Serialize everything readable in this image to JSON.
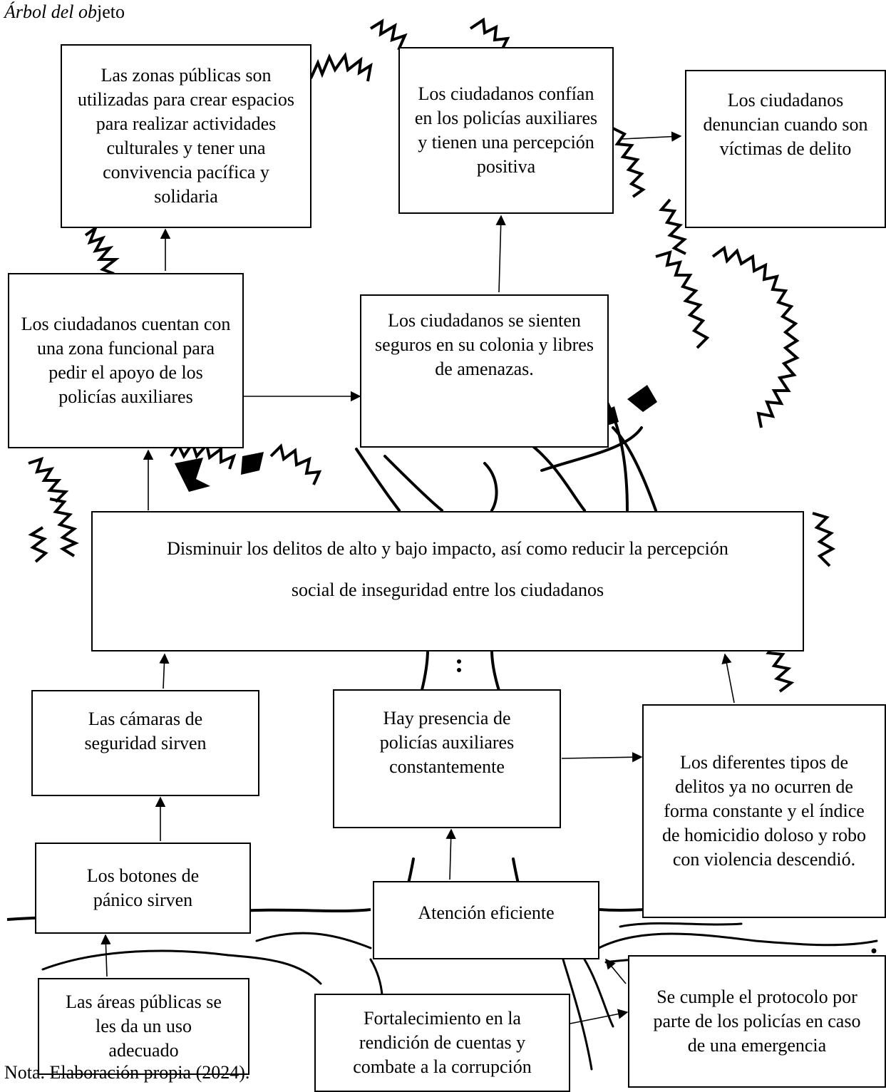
{
  "title": {
    "italic": "Árbol del ob",
    "upright": "jeto"
  },
  "note": "Nota. Elaboración propia (2024).",
  "boxes": {
    "zonas_publicas": "Las zonas públicas son utilizadas para crear espacios para realizar actividades culturales y tener una convivencia pacífica y solidaria",
    "confian": "Los ciudadanos confían en los policías auxiliares y tienen una percepción positiva",
    "denuncian": "Los ciudadanos denuncian cuando son víctimas de delito",
    "zona_funcional": "Los ciudadanos cuentan con una zona funcional para pedir el apoyo de los policías auxiliares",
    "seguros": "Los ciudadanos se sienten seguros en su colonia y libres de amenazas.",
    "objetivo": "Disminuir los delitos de alto y bajo impacto, así como reducir la percepción social de inseguridad entre los ciudadanos",
    "camaras": "Las cámaras de seguridad sirven",
    "presencia": "Hay presencia de policías auxiliares constantemente",
    "tipos_delitos": "Los diferentes tipos de delitos ya no ocurren de forma constante y el índice de homicidio doloso y robo con violencia descendió.",
    "botones": "Los botones de pánico sirven",
    "atencion": "Atención eficiente",
    "areas_publicas": "Las áreas públicas se les da un uso adecuado",
    "fortalecimiento": "Fortalecimiento en la rendición de cuentas y combate a la corrupción",
    "protocolo": "Se cumple el protocolo por parte de los policías en caso de una emergencia"
  }
}
